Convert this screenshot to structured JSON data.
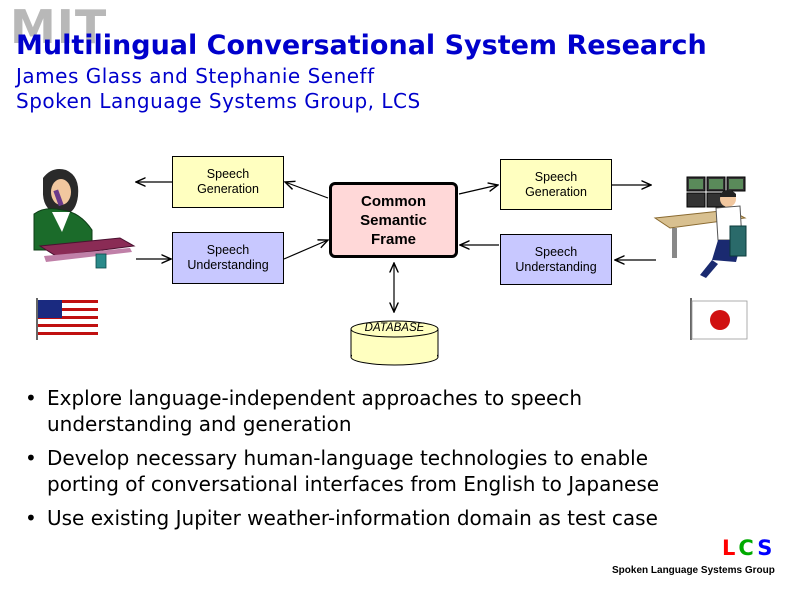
{
  "logo": {
    "text": "MIT"
  },
  "header": {
    "title": "Multilingual Conversational System Research",
    "authors": "James Glass and Stephanie Seneff",
    "group": "Spoken Language Systems Group, LCS"
  },
  "diagram": {
    "left": {
      "generation": "Speech\nGeneration",
      "understanding": "Speech\nUnderstanding"
    },
    "right": {
      "generation": "Speech\nGeneration",
      "understanding": "Speech\nUnderstanding"
    },
    "center": "Common\nSemantic\nFrame",
    "database": "DATABASE"
  },
  "bullets": [
    "Explore language-independent approaches to speech\nunderstanding and generation",
    "Develop necessary human-language technologies to enable\nporting of conversational interfaces from English to Japanese",
    "Use existing Jupiter weather-information domain as test case"
  ],
  "footer": {
    "lcs_letters": [
      "L",
      "C",
      "S"
    ],
    "lcs_colors": [
      "#ff0000",
      "#00aa00",
      "#0000ff"
    ],
    "group_name": "Spoken Language Systems Group"
  }
}
